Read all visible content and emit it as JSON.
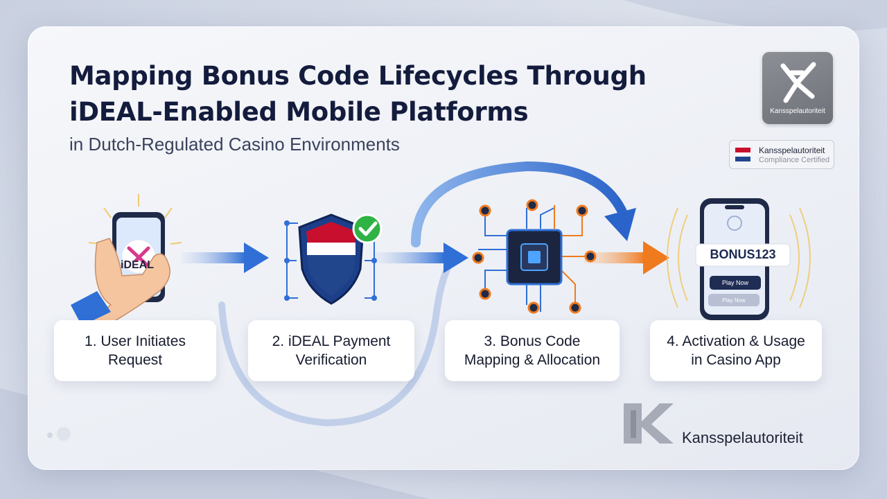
{
  "header": {
    "title_line1": "Mapping Bonus Code Lifecycles Through",
    "title_line2": "iDEAL-Enabled Mobile Platforms",
    "subtitle": "in Dutch-Regulated Casino Environments"
  },
  "logo_box": {
    "label": "Kansspelautoriteit"
  },
  "compliance_badge": {
    "name": "Kansspelautoriteit",
    "subtitle": "Compliance Certified"
  },
  "steps": [
    {
      "label": "1. User Initiates\nRequest",
      "icon": "phone-hand-icon"
    },
    {
      "label": "2. iDEAL Payment\nVerification",
      "icon": "shield-check-icon"
    },
    {
      "label": "3. Bonus Code\nMapping & Allocation",
      "icon": "chip-circuit-icon"
    },
    {
      "label": "4. Activation & Usage\nin Casino App",
      "icon": "phone-app-icon"
    }
  ],
  "phone_ideal_label": "iDEAL",
  "phone_app": {
    "code": "BONUS123",
    "primary_button": "Play Now",
    "secondary_button": "Play Now"
  },
  "footer": {
    "brand": "Kansspelautoriteit"
  },
  "colors": {
    "title": "#141c3d",
    "arrow_blue": "#2f6fd6",
    "arrow_orange": "#f07a1e",
    "shield_red": "#c8102e",
    "shield_blue": "#21468b",
    "check_green": "#2fb344"
  }
}
